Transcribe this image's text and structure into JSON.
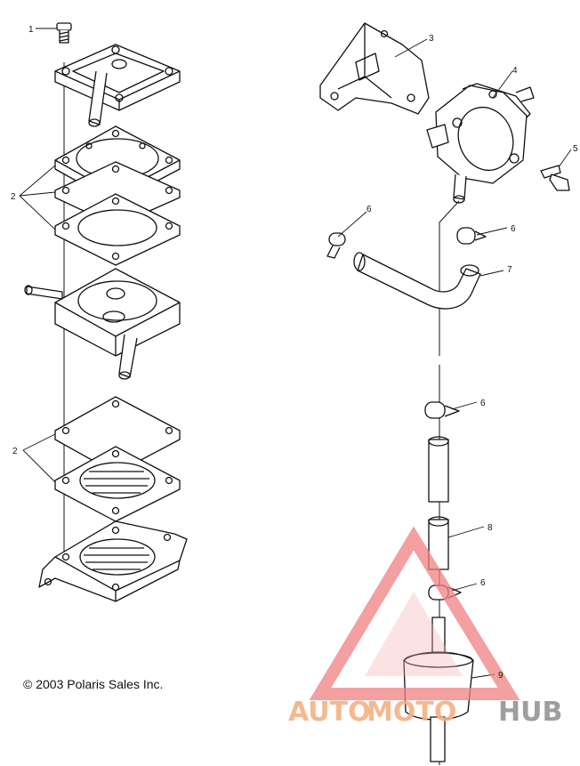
{
  "callouts": {
    "c1": "1",
    "c2a": "2",
    "c2b": "2",
    "c3": "3",
    "c4": "4",
    "c5": "5",
    "c6a": "6",
    "c6b": "6",
    "c6c": "6",
    "c6d": "6",
    "c7": "7",
    "c8": "8",
    "c9": "9"
  },
  "copyright": "© 2003 Polaris Sales Inc.",
  "watermark": {
    "part1": "AUTO",
    "part2": "MOTO",
    "part3": "HUB",
    "color_orange": "#f4b183",
    "color_red": "#f08080",
    "color_gray": "#9e9e9e"
  }
}
